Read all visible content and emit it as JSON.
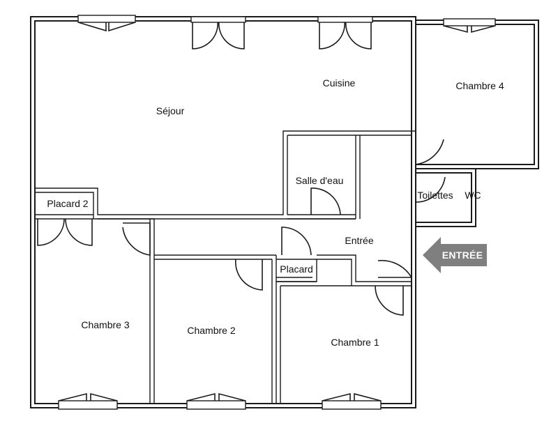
{
  "rooms": {
    "sejour": "Séjour",
    "cuisine": "Cuisine",
    "chambre4": "Chambre 4",
    "salle_eau": "Salle d'eau",
    "placard2": "Placard 2",
    "toilettes": "Toilettes",
    "wc": "WC",
    "entree": "Entrée",
    "placard": "Placard",
    "chambre3": "Chambre 3",
    "chambre2": "Chambre 2",
    "chambre1": "Chambre 1"
  },
  "entrance_arrow": {
    "label": "ENTRÉE",
    "color": "#7f7f7f"
  }
}
